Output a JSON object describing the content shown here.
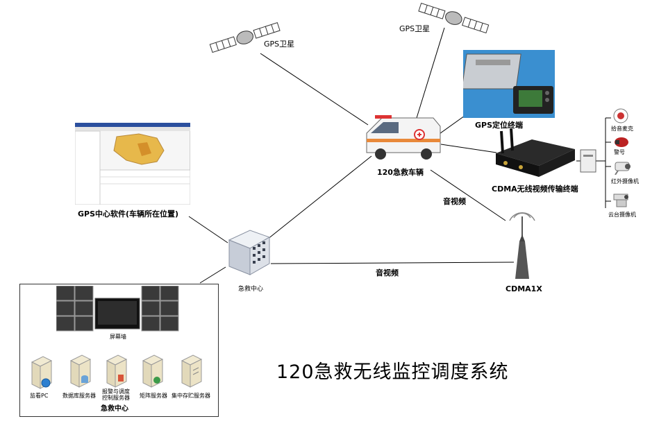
{
  "title": "120急救无线监控调度系统",
  "labels": {
    "satellite_left": "GPS卫星",
    "satellite_right": "GPS卫星",
    "ambulance": "120急救车辆",
    "gps_terminal": "GPS定位终端",
    "cdma_terminal": "CDMA无线视频传输终端",
    "gps_software": "GPS中心软件(车辆所在位置)",
    "center_building": "急救中心",
    "cdma_tower": "CDMA1X",
    "link_audio_video_upper": "音视频",
    "link_audio_video_lower": "音视频",
    "screen_wall": "屏幕墙",
    "center_box": "急救中心"
  },
  "peripherals": [
    {
      "label": "拾音麦克",
      "icon": "microphone-icon"
    },
    {
      "label": "警号",
      "icon": "siren-icon"
    },
    {
      "label": "红外摄像机",
      "icon": "ir-camera-icon"
    },
    {
      "label": "云台摄像机",
      "icon": "ptz-camera-icon"
    }
  ],
  "servers": [
    {
      "label": "监看PC"
    },
    {
      "label": "数据库服务器"
    },
    {
      "label": "报警与调度控制服务器"
    },
    {
      "label": "矩阵服务器"
    },
    {
      "label": "集中存贮服务器"
    }
  ],
  "colors": {
    "line": "#000000",
    "gps_terminal_bg": "#3a8fd0",
    "screen_dark": "#2b2b2b",
    "building": "#d8dde6"
  }
}
